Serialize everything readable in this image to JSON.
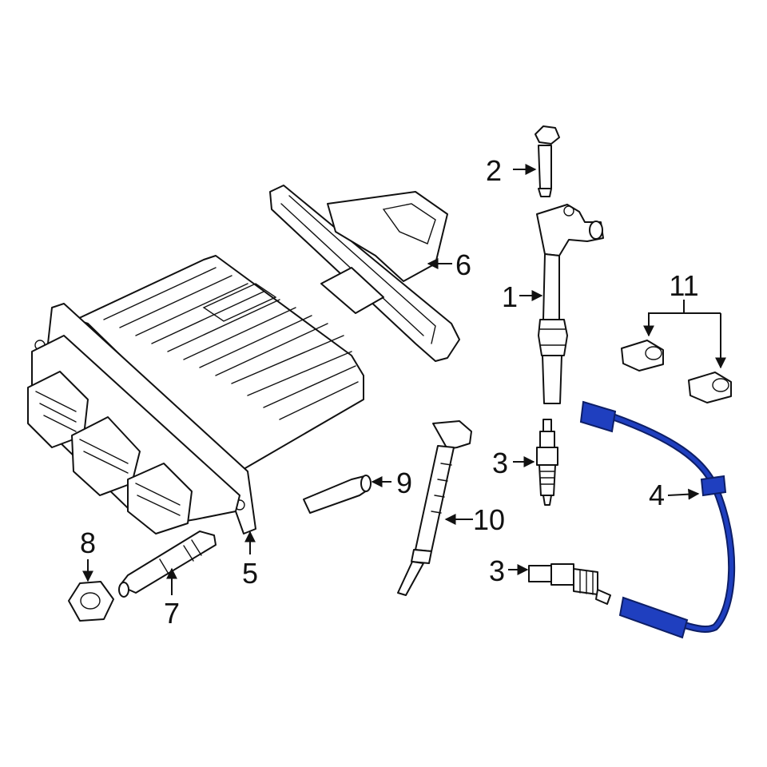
{
  "diagram": {
    "callouts": {
      "c1": "1",
      "c2": "2",
      "c3a": "3",
      "c3b": "3",
      "c4": "4",
      "c5": "5",
      "c6": "6",
      "c7": "7",
      "c8": "8",
      "c9": "9",
      "c10": "10",
      "c11": "11"
    },
    "colors": {
      "line": "#111111",
      "background": "#ffffff",
      "highlight_wire": "#1f3fbf",
      "highlight_wire_dark": "#0d1e66"
    },
    "highlighted_part_callout": "4"
  }
}
